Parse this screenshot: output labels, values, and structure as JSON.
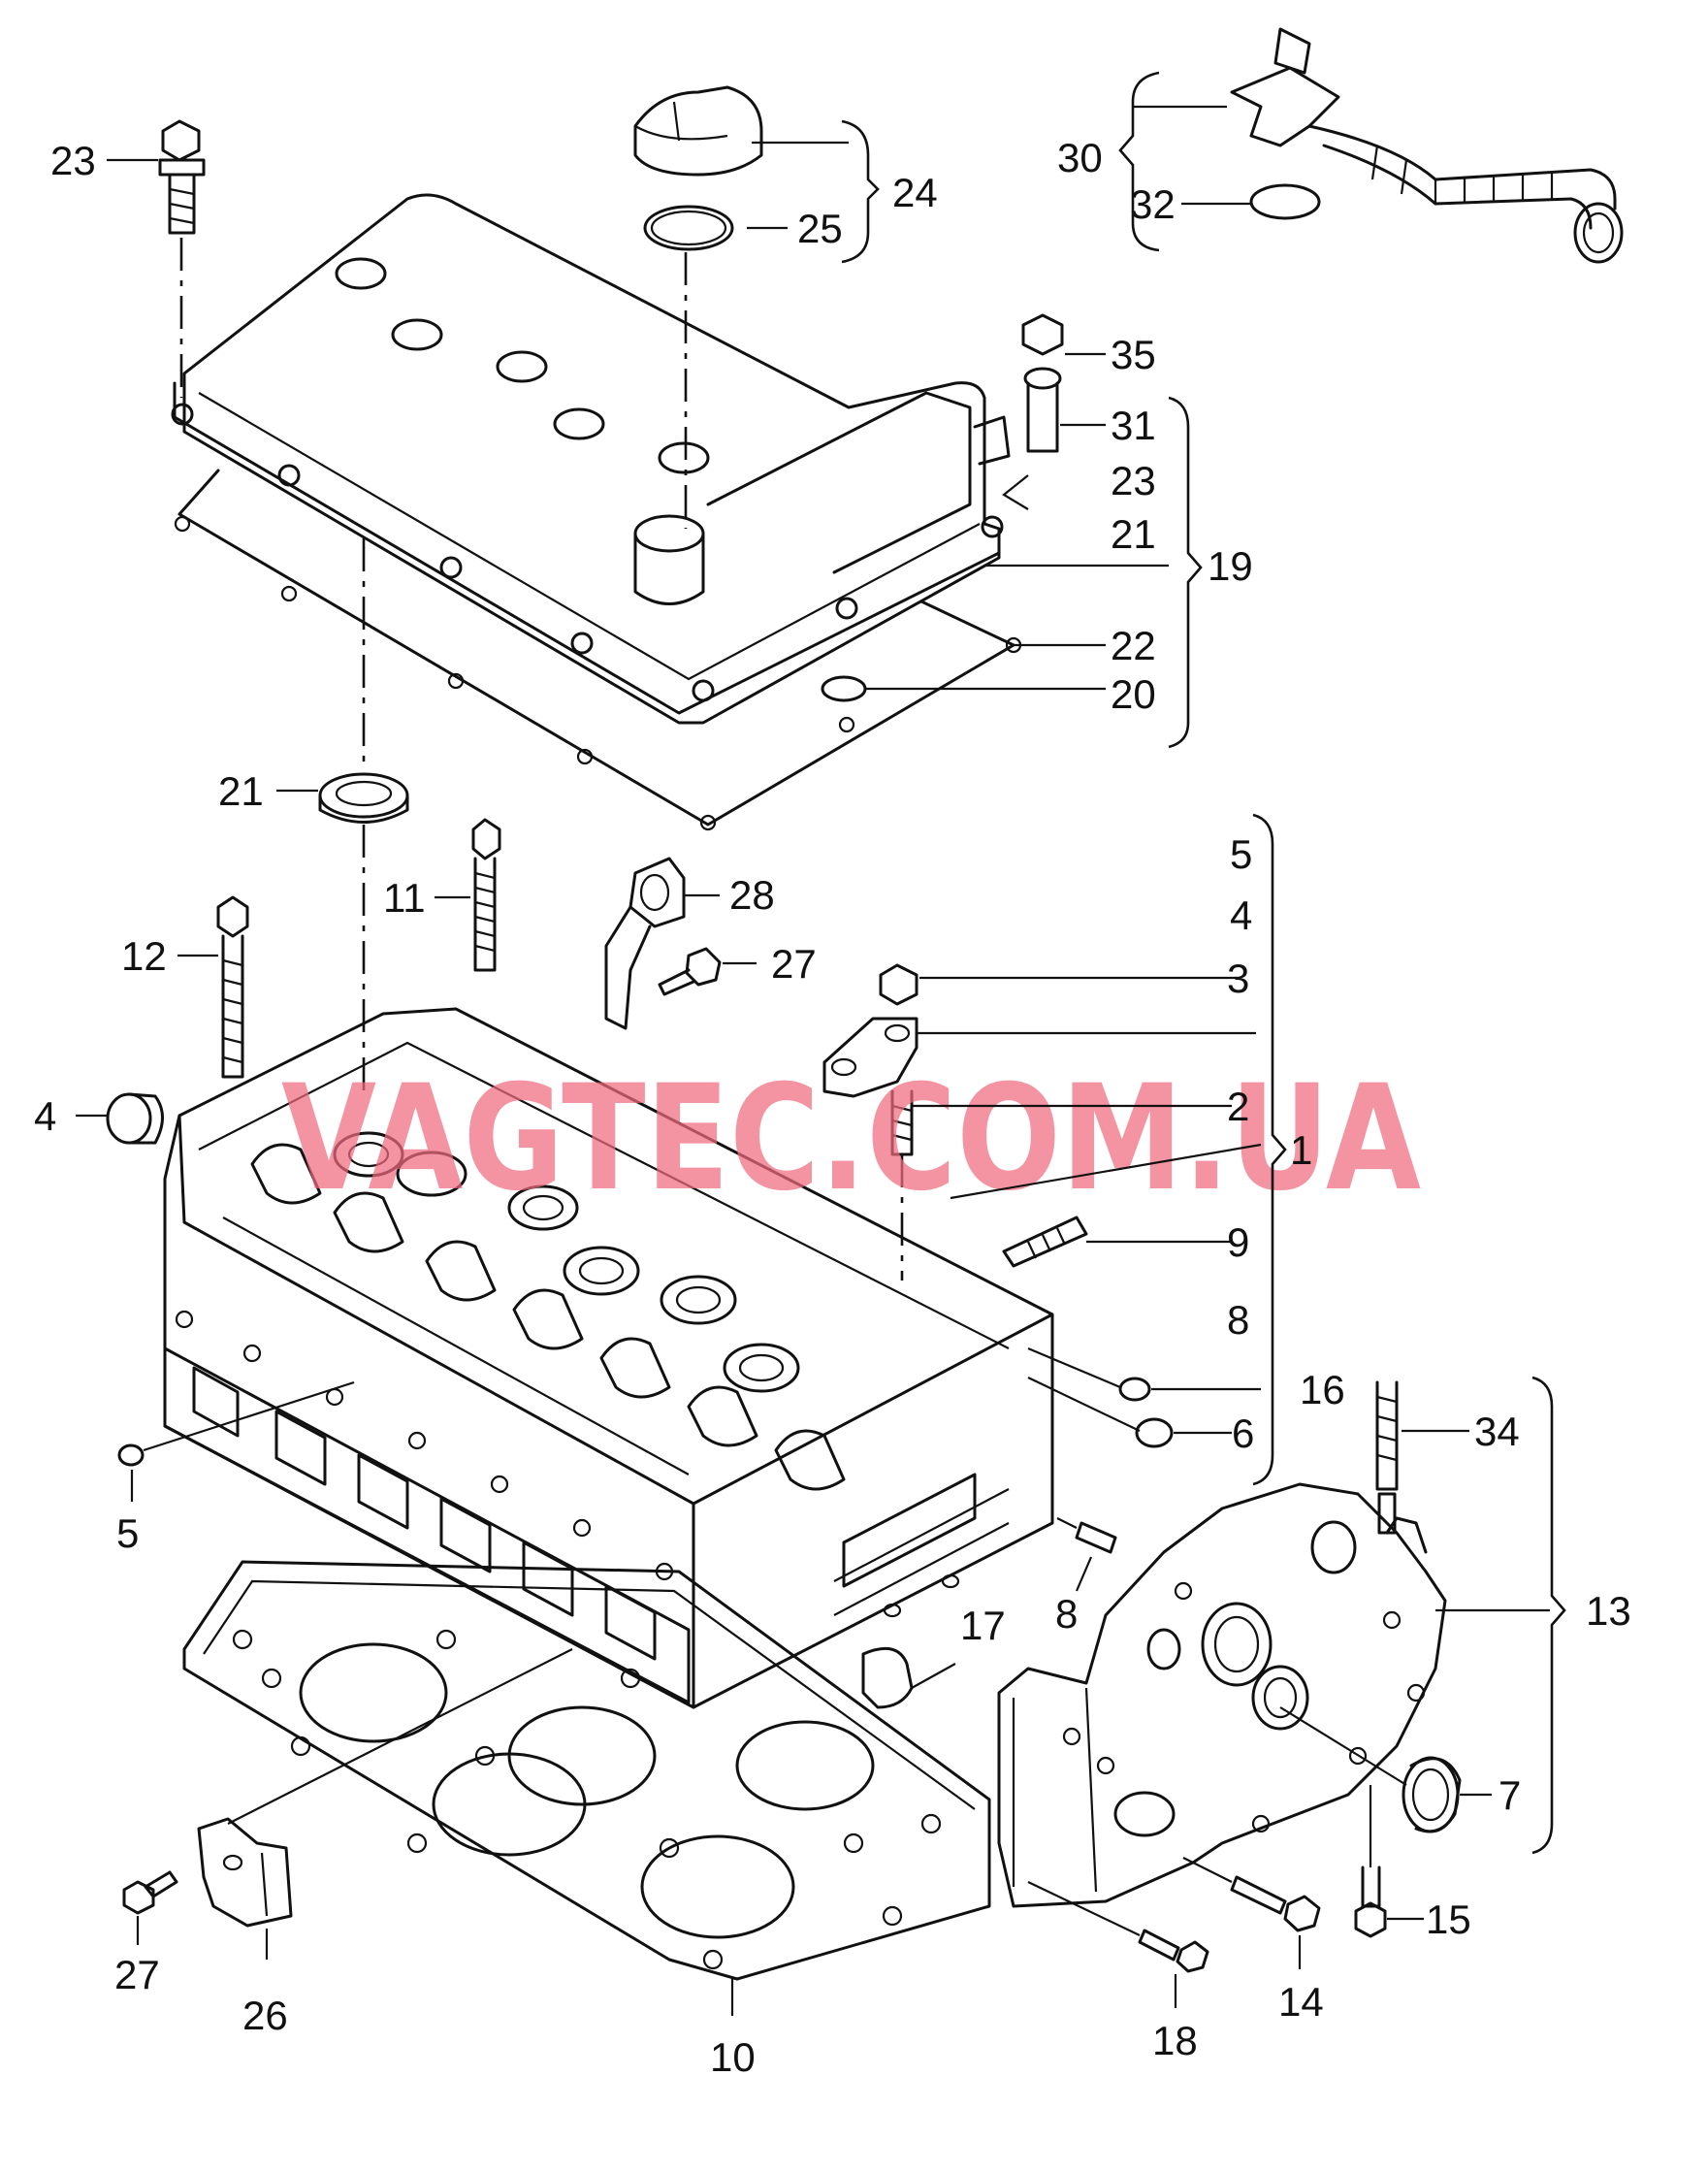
{
  "watermark": {
    "text": "VAGTEC.COM.UA",
    "color": "#f06a7d"
  },
  "callouts": {
    "c1": "1",
    "c2": "2",
    "c3": "3",
    "c4_right": "4",
    "c4_left": "4",
    "c5_right": "5",
    "c5_left": "5",
    "c6": "6",
    "c7": "7",
    "c8_a": "8",
    "c8_b": "8",
    "c9": "9",
    "c10": "10",
    "c11": "11",
    "c12": "12",
    "c13": "13",
    "c14": "14",
    "c15": "15",
    "c16": "16",
    "c17": "17",
    "c18": "18",
    "c19": "19",
    "c20": "20",
    "c21_right": "21",
    "c21_left": "21",
    "c22": "22",
    "c23_left": "23",
    "c23_right": "23",
    "c24": "24",
    "c25": "25",
    "c26": "26",
    "c27_top": "27",
    "c27_bottom": "27",
    "c28": "28",
    "c30": "30",
    "c31": "31",
    "c32": "32",
    "c34": "34",
    "c35": "35"
  },
  "icons": {
    "valve_cover": "valve-cover-icon",
    "cylinder_head": "cylinder-head-icon",
    "head_gasket": "head-gasket-icon",
    "timing_cover": "timing-cover-icon",
    "oil_cap": "oil-filler-cap-icon",
    "breather_hose": "breather-hose-icon"
  }
}
